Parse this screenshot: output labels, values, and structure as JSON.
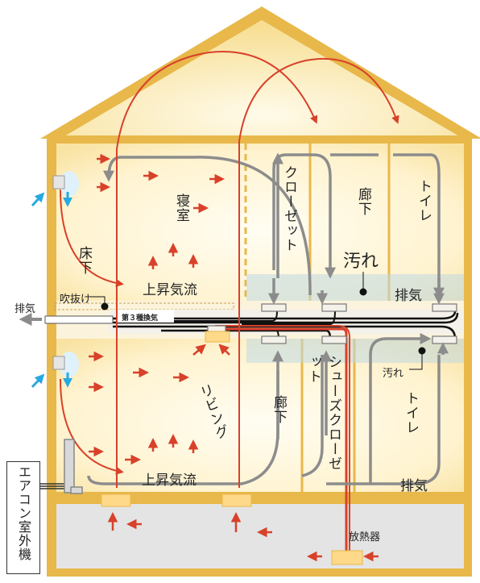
{
  "labels": {
    "bedroom": "寝室",
    "floor_under": "床下",
    "rising_air_upper": "上昇気流",
    "closet_upper": "クローゼット",
    "corridor_upper": "廊下",
    "toilet_upper": "トイレ",
    "dirty_upper": "汚れ",
    "exhaust_upper": "排気",
    "exhaust_left": "排気",
    "void": "吹抜け",
    "ventilation_type": "第３種換気",
    "dirty_lower": "汚れ",
    "living": "リビング",
    "corridor_lower": "廊下",
    "shoes_closet": "シューズクローゼット",
    "toilet_lower": "トイレ",
    "rising_air_lower": "上昇気流",
    "exhaust_lower": "排気",
    "outdoor_unit": "エアコン室外機",
    "radiator": "放熱器"
  },
  "colors": {
    "house_frame": "#E8B84A",
    "interior_glow": "#FFF6D8",
    "warm_airflow": "#D8412A",
    "circulation_airflow": "#8C8C8C",
    "cool_air": "#27A9E1",
    "crawlspace": "#E2E2E2"
  }
}
